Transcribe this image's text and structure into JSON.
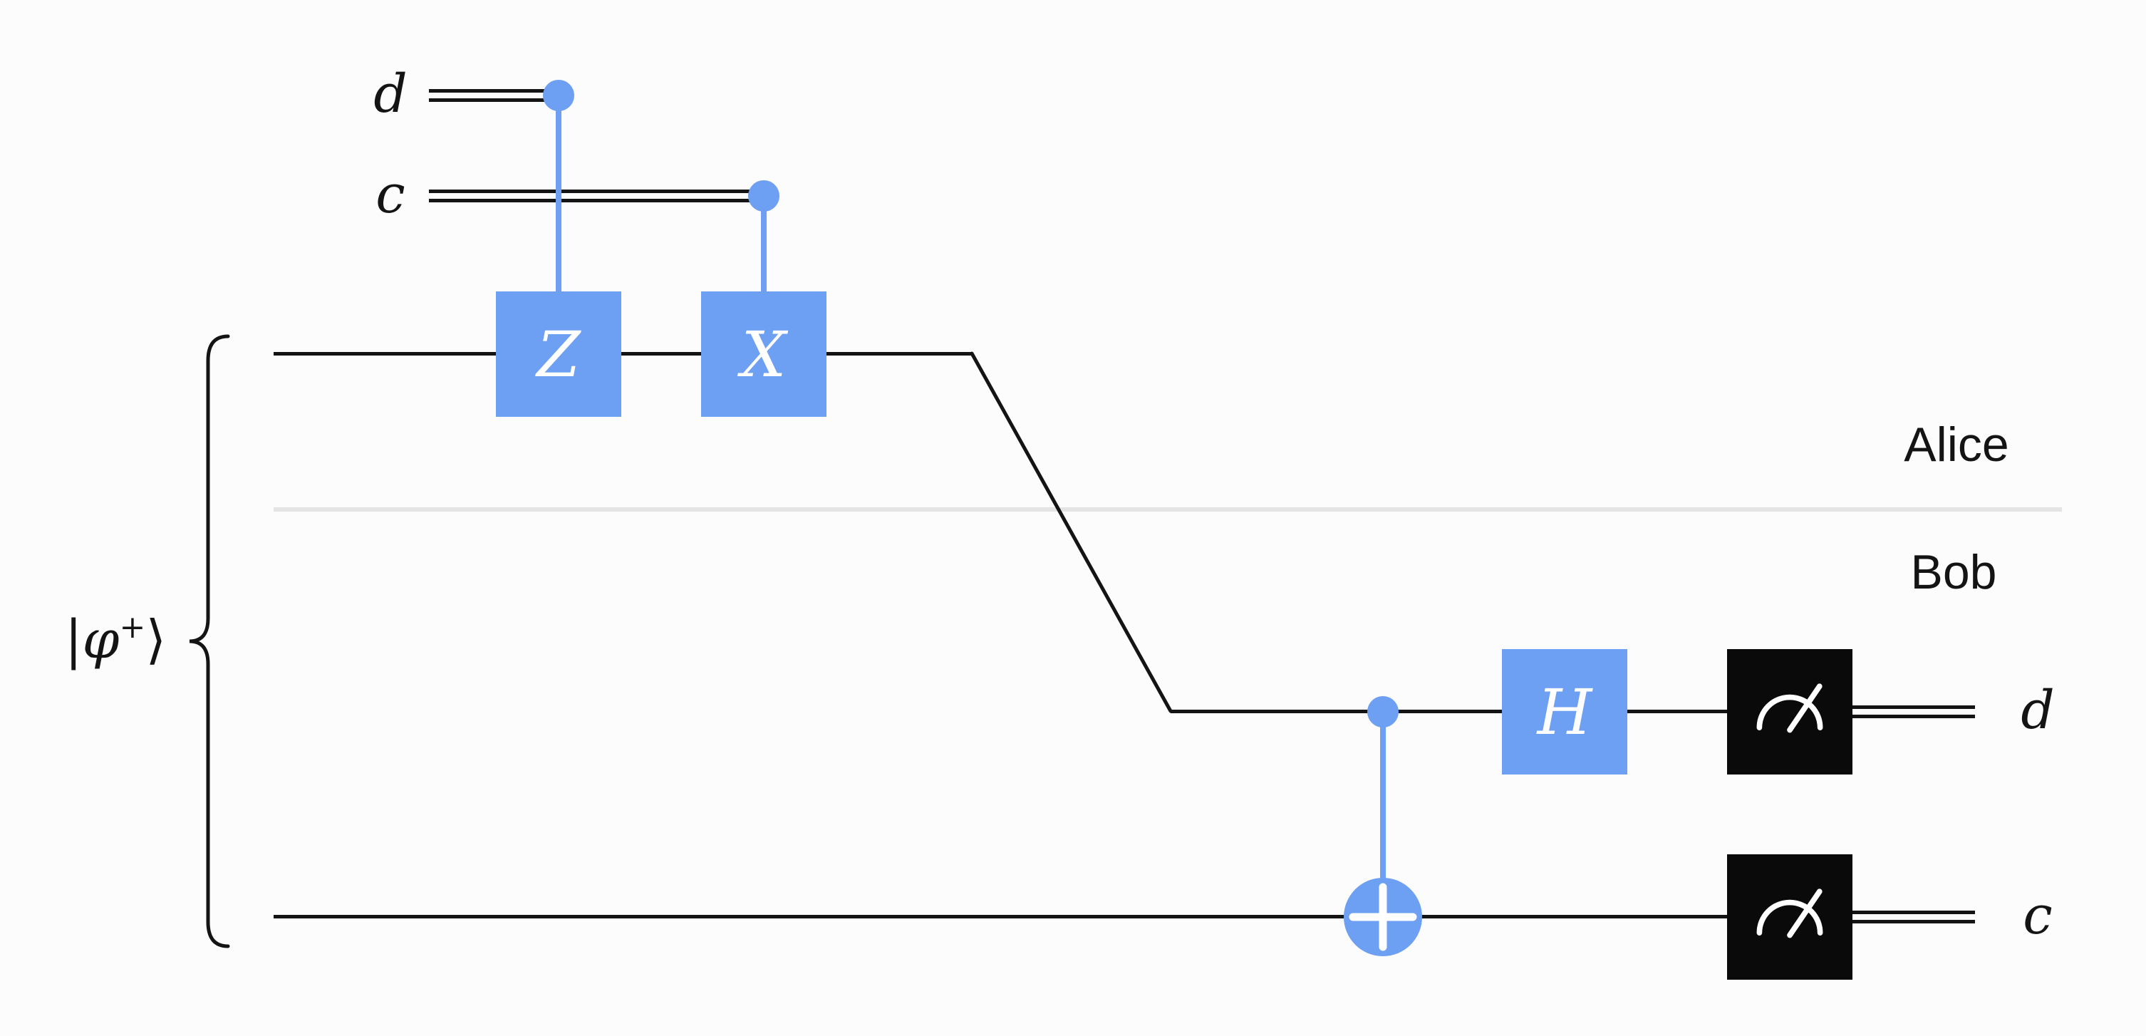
{
  "colors": {
    "background": "#fcfcfc",
    "accent_blue": "#6d9ff2",
    "wire_black": "#141414",
    "divider_gray": "#e4e4e4",
    "measure_black": "#0a0a0a",
    "gate_label_white": "#ffffff"
  },
  "state_label": {
    "ket_open": "|",
    "symbol": "φ",
    "superscript": "+",
    "ket_close": "⟩"
  },
  "classical_inputs": [
    {
      "label": "d"
    },
    {
      "label": "c"
    }
  ],
  "gates": {
    "z": "Z",
    "x": "X",
    "h": "H"
  },
  "regions": {
    "top": "Alice",
    "bottom": "Bob"
  },
  "outputs": [
    {
      "label": "d"
    },
    {
      "label": "c"
    }
  ],
  "icons": {
    "control_dot": "filled-circle",
    "cnot_target": "circle-plus",
    "measurement_gauge": "arc-with-needle"
  }
}
